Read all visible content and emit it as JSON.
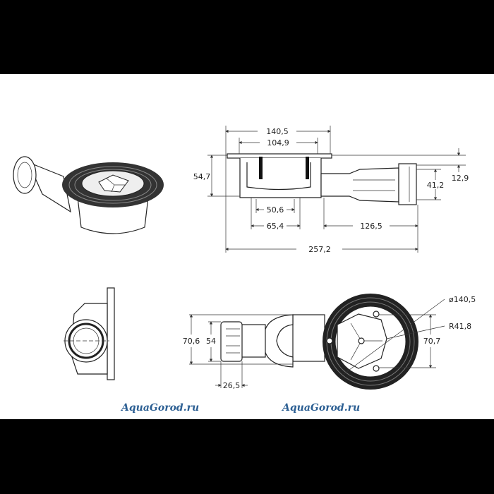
{
  "dimensions": {
    "width_top": "140,5",
    "width_inner": "104,9",
    "height_total": "54,7",
    "outlet_offset": "12,9",
    "outlet_diameter": "41,2",
    "bottom_inner": "50,6",
    "bottom_outer": "65,4",
    "pipe_length": "126,5",
    "total_length": "257,2",
    "plan_height_outer": "70,6",
    "plan_height_inner": "54",
    "nut_width": "26,5",
    "flange_diameter": "ø140,5",
    "grate_radius": "R41,8",
    "screw_spacing": "70,7"
  },
  "watermarks": [
    "AquaGorod.ru",
    "AquaGorod.ru"
  ]
}
